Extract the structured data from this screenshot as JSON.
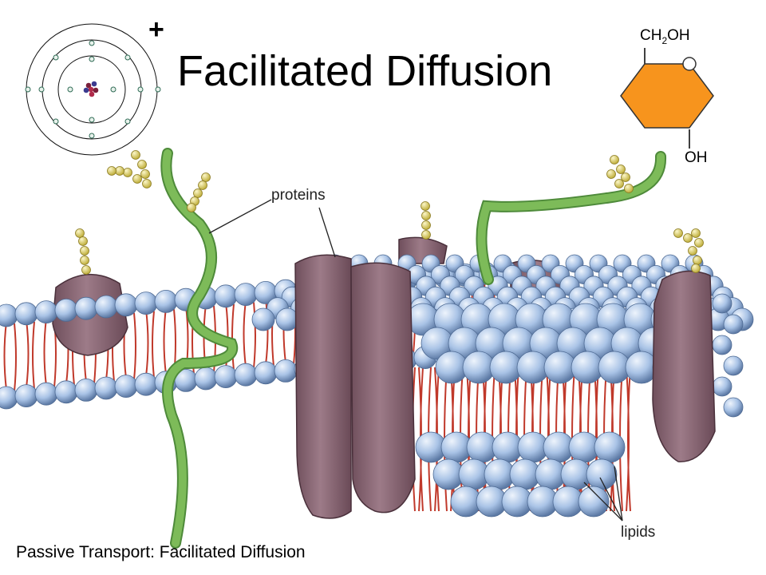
{
  "slide": {
    "title": "Facilitated Diffusion",
    "caption": "Passive Transport:  Facilitated Diffusion"
  },
  "atom_icon": {
    "charge": "+"
  },
  "glucose": {
    "top_group_prefix": "CH",
    "top_group_subscript": "2",
    "top_group_suffix": "OH",
    "bottom_group": "OH",
    "ring_color": "#f7941d"
  },
  "diagram_labels": {
    "proteins": "proteins",
    "lipids": "lipids"
  },
  "colors": {
    "lipid_head": "#a9c3e6",
    "lipid_tail": "#c0392b",
    "protein": "#8e6a78",
    "glycan_chain": "#7dbb59",
    "sugar_bead": "#d9cf68"
  }
}
